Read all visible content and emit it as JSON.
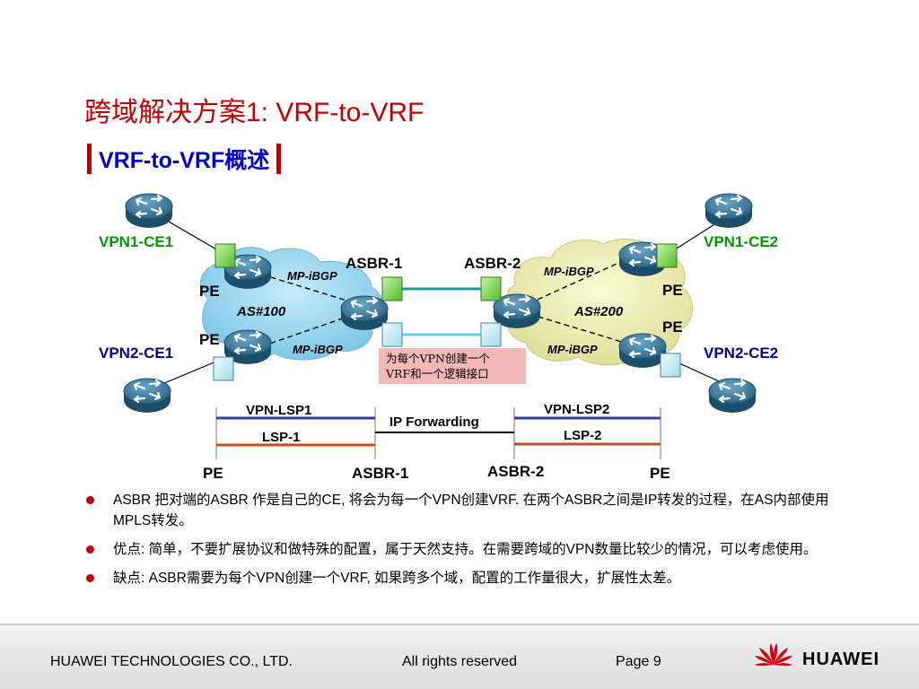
{
  "slide": {
    "title": "跨域解决方案1: VRF-to-VRF",
    "subtitle": "VRF-to-VRF概述"
  },
  "diagram": {
    "labels": {
      "vpn1_ce1": "VPN1-CE1",
      "vpn2_ce1": "VPN2-CE1",
      "vpn1_ce2": "VPN1-CE2",
      "vpn2_ce2": "VPN2-CE2",
      "pe_left_top": "PE",
      "pe_left_bottom": "PE",
      "pe_right_top": "PE",
      "pe_right_bottom": "PE",
      "asbr1": "ASBR-1",
      "asbr2": "ASBR-2",
      "mpibgp_left_top": "MP-iBGP",
      "mpibgp_left_bottom": "MP-iBGP",
      "mpibgp_right_top": "MP-iBGP",
      "mpibgp_right_bottom": "MP-iBGP",
      "as100": "AS#100",
      "as200": "AS#200",
      "note_line1": "为每个VPN创建一个",
      "note_line2": "VRF和一个逻辑接口"
    },
    "path": {
      "vpn_lsp1": "VPN-LSP1",
      "lsp1": "LSP-1",
      "ip_forwarding": "IP Forwarding",
      "vpn_lsp2": "VPN-LSP2",
      "lsp2": "LSP-2",
      "pe_left": "PE",
      "asbr1": "ASBR-1",
      "asbr2": "ASBR-2",
      "pe_right": "PE"
    },
    "colors": {
      "ce_label": "#009900",
      "cloud_left": "#8fd0ee",
      "cloud_right": "#eeeeaa",
      "router": "#2f6f96",
      "vpn_lsp_line": "#3b3b9a",
      "lsp_line": "#cc4a1a",
      "ip_forwarding_line": "#000000",
      "note_bg": "#f4b8b8",
      "vpn1_link": "#229999",
      "vpn2_link": "#66ccee"
    }
  },
  "bullets": [
    "ASBR 把对端的ASBR 作是自己的CE, 将会为每一个VPN创建VRF. 在两个ASBR之间是IP转发的过程，在AS内部使用MPLS转发。",
    "优点: 简单，不要扩展协议和做特殊的配置，属于天然支持。在需要跨域的VPN数量比较少的情况，可以考虑使用。",
    "缺点: ASBR需要为每个VPN创建一个VRF, 如果跨多个域，配置的工作量很大，扩展性太差。"
  ],
  "footer": {
    "company": "HUAWEI TECHNOLOGIES CO., LTD.",
    "rights": "All rights reserved",
    "page": "Page 9",
    "logo_text": "HUAWEI"
  }
}
